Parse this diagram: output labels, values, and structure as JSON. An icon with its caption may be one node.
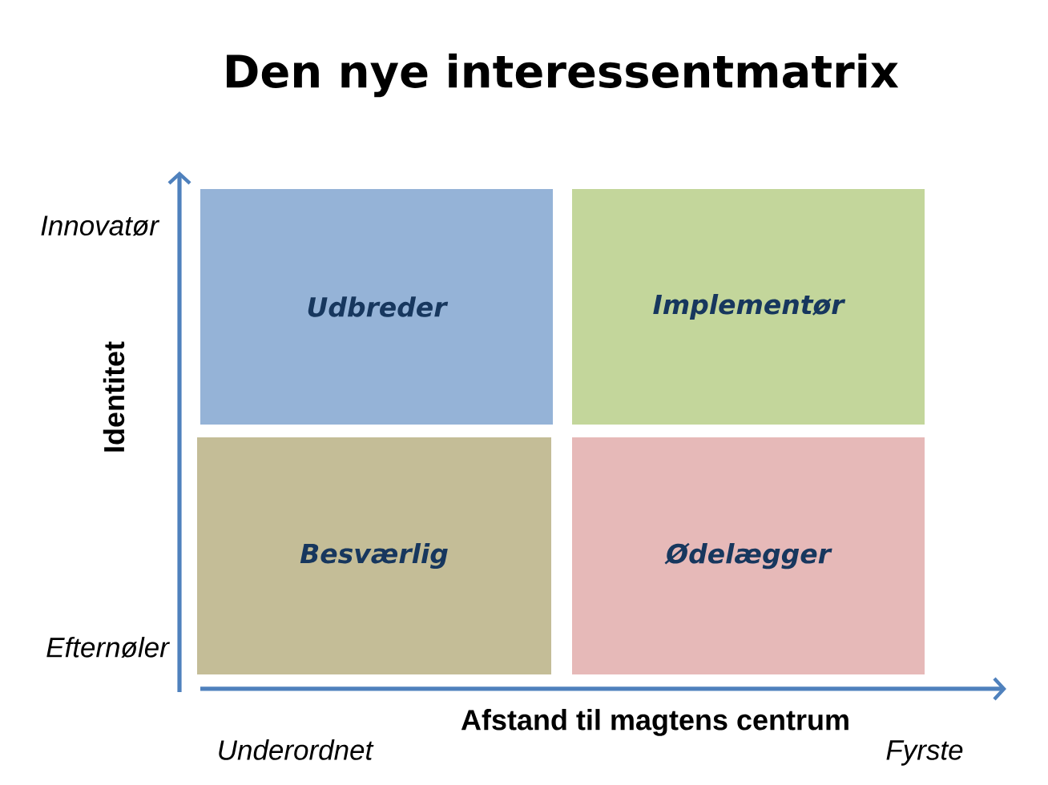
{
  "diagram": {
    "title": "Den nye interessentmatrix",
    "nodes": [
      {
        "text": [
          "Udbreder"
        ]
      },
      {
        "text": [
          "Implementør"
        ]
      },
      {
        "text": [
          "Besværlig"
        ]
      },
      {
        "text": [
          "Ødelægger"
        ]
      }
    ],
    "edges": [],
    "labels": [
      "Innovatør",
      "Identitet",
      "Efternøler",
      "Afstand til magtens centrum",
      "Underordnet",
      "Fyrste"
    ]
  }
}
